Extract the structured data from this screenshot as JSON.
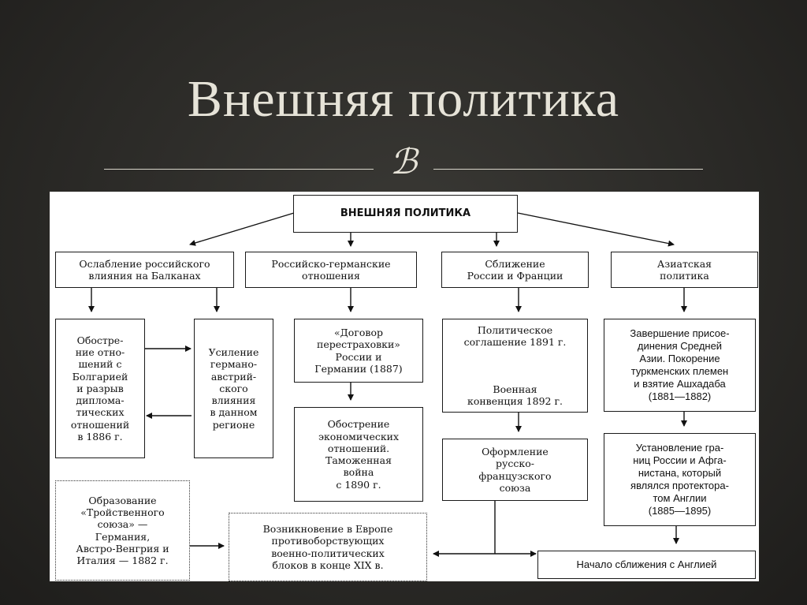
{
  "slide": {
    "title": "Внешняя политика",
    "ornament": "ℬ"
  },
  "diagram": {
    "root": "ВНЕШНЯЯ ПОЛИТИКА",
    "branches": {
      "balkans": "Ослабление российского\nвлияния на Балканах",
      "german": "Российско-германские\nотношения",
      "france": "Сближение\nРоссии и Франции",
      "asia": "Азиатская\nполитика"
    },
    "nodes": {
      "bulgaria": "Обостре-\nние отно-\nшений с\nБолгарией\nи разрыв\nдипломa-\nтических\nотношений\nв 1886 г.",
      "austria": "Усиление\nгермано-\nавстрий-\nского\nвлияния\nв данном\nрегионе",
      "reinsurance": "«Договор\nперестраховки»\nРоссии и\nГермании (1887)",
      "economic": "Обострение\nэкономических\nотношений.\nТаможенная\nвойна\nс 1890 г.",
      "political": "Политическое\nсоглашение 1891 г.",
      "military": "Военная\nконвенция 1892 г.",
      "alliance": "Оформление\nрусско-\nфранцузского\nсоюза",
      "central_asia": "Завершение присое-\nдинения Средней\nАзии. Покорение\nтуркменских племен\nи взятие Ашхадаба\n(1881—1882)",
      "afghan": "Установление гра-\nниц России и Афга-\nнистана, который\nявлялся протектора-\nтом Англии\n(1885—1895)",
      "triple": "Образование\n«Тройственного\nсоюза» —\nГермания,\nАвстро-Венгрия и\nИталия — 1882 г.",
      "blocs": "Возникновение в Европе\nпротивоборствующих\nвоенно-политических\nблоков в конце XIX в.",
      "england": "Начало сближения с Англией"
    }
  }
}
